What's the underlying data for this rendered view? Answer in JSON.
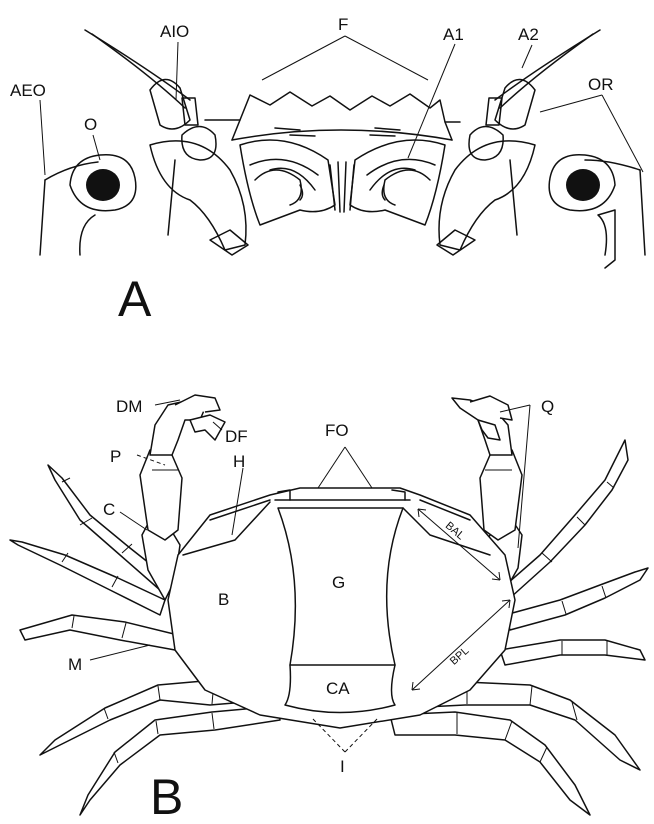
{
  "panel_a": {
    "panel_letter": "A",
    "labels": {
      "aeo": "AEO",
      "o": "O",
      "aio": "AIO",
      "f": "F",
      "a1": "A1",
      "a2": "A2",
      "or": "OR"
    }
  },
  "panel_b": {
    "panel_letter": "B",
    "labels": {
      "dm": "DM",
      "df": "DF",
      "p": "P",
      "h": "H",
      "c": "C",
      "fo": "FO",
      "q": "Q",
      "b": "B",
      "g": "G",
      "bal": "BAL",
      "bpl": "BPL",
      "m": "M",
      "ca": "CA",
      "i": "I"
    }
  },
  "colors": {
    "line": "#111111",
    "background": "#ffffff",
    "eye": "#111111"
  }
}
